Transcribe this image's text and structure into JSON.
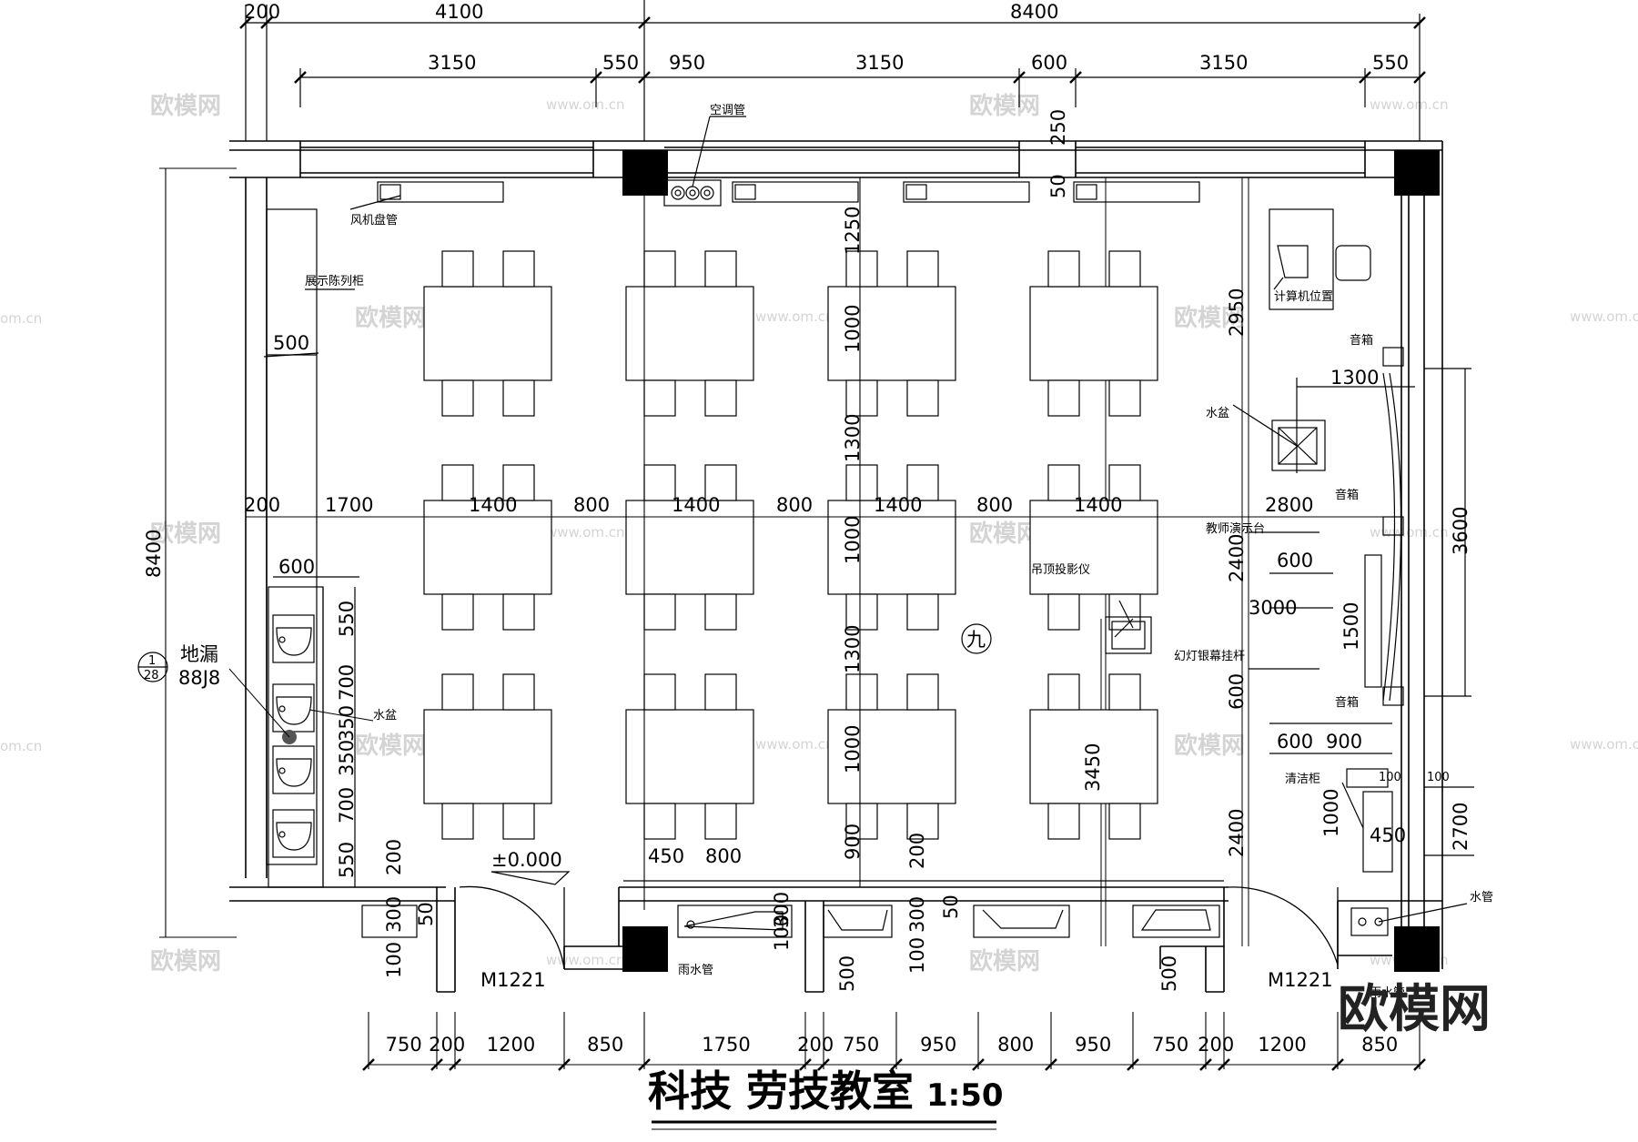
{
  "title": "科技 劳技教室",
  "scale": "1:50",
  "brand_logo": "欧模网",
  "watermark": {
    "text": "欧模网",
    "url": "www.om.cn",
    "url_short": "om.cn"
  },
  "dims_top_total": [
    "200",
    "4100",
    "8400"
  ],
  "dims_top_detail": [
    "3150",
    "550",
    "950",
    "3150",
    "600",
    "3150",
    "550"
  ],
  "dims_bottom": [
    "750",
    "200",
    "1200",
    "850",
    "1750",
    "200",
    "750",
    "950",
    "800",
    "950",
    "750",
    "200",
    "1200",
    "850"
  ],
  "dims_mid_row": [
    "200",
    "1700",
    "1400",
    "800",
    "1400",
    "800",
    "1400",
    "800",
    "1400",
    "2800"
  ],
  "dim_overall_height": "8400",
  "dims_col3": [
    "1250",
    "1000",
    "1300",
    "1000",
    "1300",
    "1000",
    "900"
  ],
  "dims_left_sink": [
    "600",
    "550",
    "700",
    "350",
    "350",
    "700",
    "550"
  ],
  "dims_misc": {
    "d250": "250",
    "d50_top": "50",
    "d500_left": "500",
    "d2950": "2950",
    "d1300_r": "1300",
    "d3600": "3600",
    "d2400a": "2400",
    "d600a": "600",
    "d3000": "3000",
    "d1500": "1500",
    "d600b": "600",
    "d600c": "600",
    "d900": "900",
    "d100a": "100",
    "d100b": "100",
    "d1000": "1000",
    "d450": "450",
    "d2700": "2700",
    "d2400b": "2400",
    "d3450": "3450",
    "c200": "200",
    "c450": "450",
    "c800": "800",
    "b300a": "300",
    "b50a": "50",
    "b100a": "100",
    "b300b": "300",
    "b100b": "100",
    "b200": "200",
    "b300c": "300",
    "b50c": "50",
    "b100c": "100",
    "b500a": "500",
    "b500b": "500"
  },
  "labels": {
    "ac_pipe": "空调管",
    "fan_coil": "风机盘管",
    "display_cabinet": "展示陈列柜",
    "computer": "计算机位置",
    "speaker1": "音箱",
    "speaker2": "音箱",
    "speaker3": "音箱",
    "basin_r": "水盆",
    "teacher_desk": "教师演示台",
    "projector": "吊顶投影仪",
    "screen_rod": "幻灯银幕挂杆",
    "cleaning": "清洁柜",
    "water_pipe": "水管",
    "rain_pipe1": "雨水管",
    "rain_pipe2": "雨水管",
    "floor_drain": "地漏",
    "floor_drain_ref": "88J8",
    "basin_l": "水盆",
    "level": "±0.000",
    "door1": "M1221",
    "door2": "M1221",
    "room_no": "九",
    "detail_no": "1",
    "detail_sheet": "28"
  }
}
